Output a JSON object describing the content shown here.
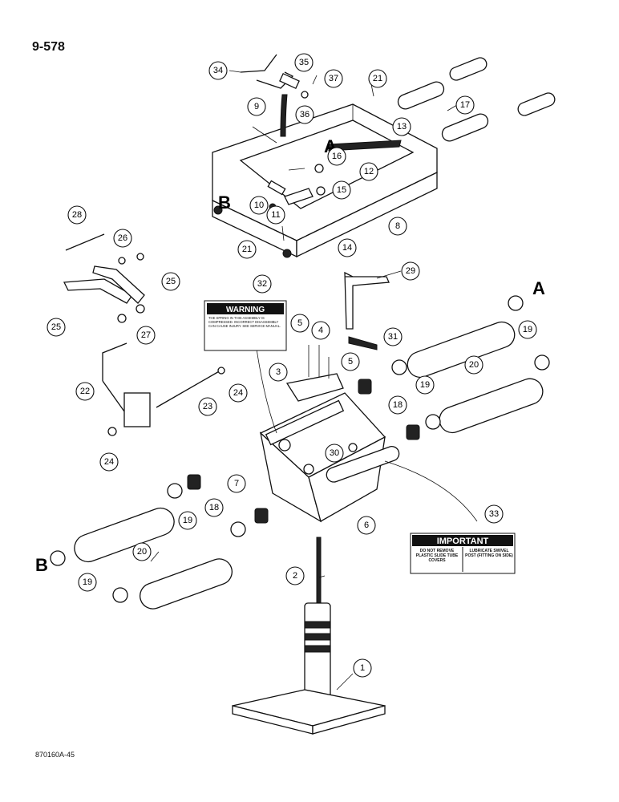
{
  "page_number": "9-578",
  "drawing_code": "870160A-45",
  "warning_decal": {
    "heading": "WARNING",
    "text": "THE SPRING IN THIS ASSEMBLY IS COMPRESSED. INCORRECT DISASSEMBLY CAN CAUSE INJURY. SEE SERVICE MANUAL."
  },
  "important_decal": {
    "heading": "IMPORTANT",
    "left": "DO NOT REMOVE PLASTIC SLIDE TUBE COVERS",
    "right": "LUBRICATE SWIVEL POST (FITTING ON SIDE)"
  },
  "orientation_marks": {
    "a_top": "A",
    "b_top": "B",
    "a_right": "A",
    "b_left": "B"
  },
  "callouts": [
    "1",
    "2",
    "3",
    "4",
    "5",
    "5",
    "6",
    "7",
    "8",
    "9",
    "10",
    "11",
    "12",
    "13",
    "14",
    "15",
    "16",
    "17",
    "18",
    "18",
    "19",
    "19",
    "19",
    "19",
    "20",
    "20",
    "21",
    "21",
    "22",
    "23",
    "24",
    "24",
    "25",
    "25",
    "26",
    "27",
    "28",
    "29",
    "30",
    "31",
    "32",
    "33",
    "34",
    "35",
    "36",
    "37"
  ]
}
